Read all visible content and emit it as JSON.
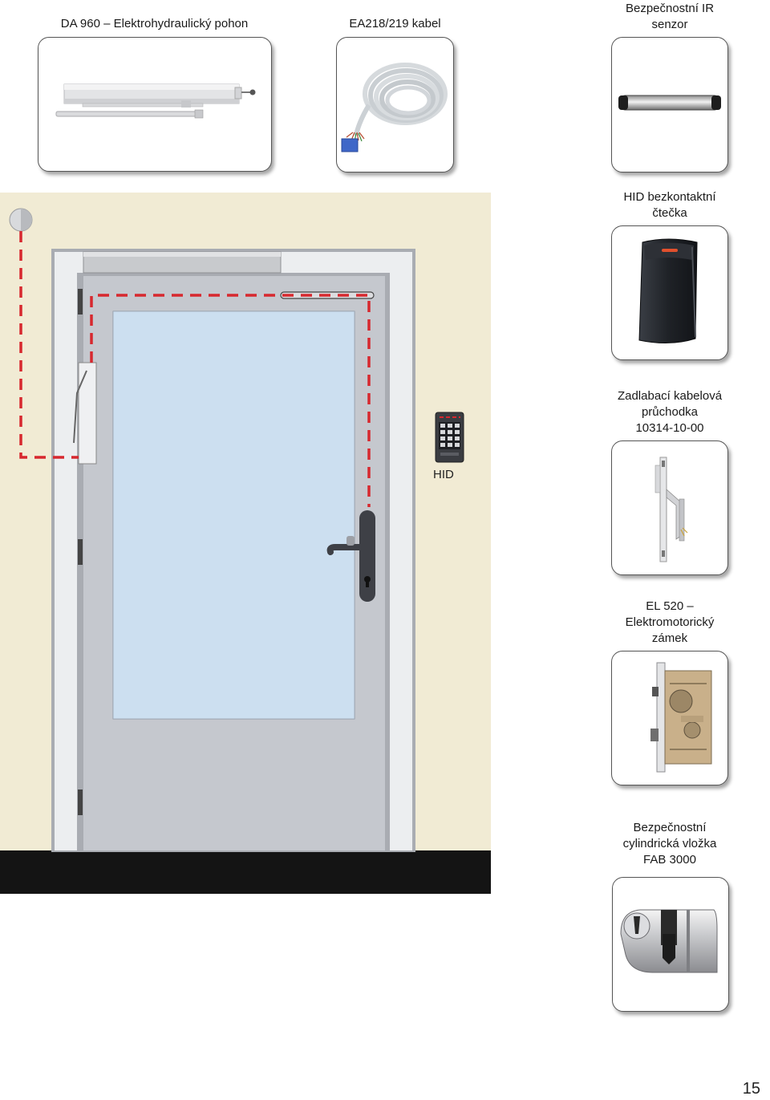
{
  "products": {
    "drive": {
      "lines": [
        "DA 960 – Elektrohydraulický pohon"
      ]
    },
    "cable": {
      "lines": [
        "EA218/219 kabel"
      ]
    },
    "ir_sensor": {
      "lines": [
        "Bezpečnostní IR",
        "senzor"
      ]
    },
    "hid_reader": {
      "lines": [
        "HID bezkontaktní",
        "čtečka"
      ]
    },
    "cable_transfer": {
      "lines": [
        "Zadlabací kabelová",
        "průchodka",
        "10314-10-00"
      ]
    },
    "lock": {
      "lines": [
        "EL 520 –",
        "Elektromotorický",
        "zámek"
      ]
    },
    "cylinder": {
      "lines": [
        "Bezpečnostní",
        "cylindrická vložka",
        "FAB 3000"
      ]
    }
  },
  "scene": {
    "keypad_label": "HID"
  },
  "page_number": "15",
  "colors": {
    "wall": "#f1ebd4",
    "floor": "#141414",
    "door": "#c5c8ce",
    "frame": "#a9acb2",
    "glass": "#c4daee",
    "wiring": "#d7282e"
  }
}
